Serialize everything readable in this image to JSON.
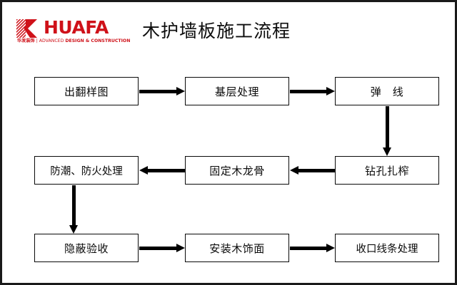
{
  "header": {
    "logo": {
      "mark_name": "huafa-k-logo",
      "wordmark": "HUAFA",
      "subtitle_cn": "华发装饰",
      "subtitle_sep": " | ",
      "subtitle_en_light": "ADVANCED ",
      "subtitle_en_bold": "DESIGN & CONSTRUCTION",
      "color": "#cf1119"
    },
    "title": "木护墙板施工流程"
  },
  "flow": {
    "nodes": [
      {
        "id": "n1",
        "label": "出翻样图",
        "row": 1,
        "col": 1
      },
      {
        "id": "n2",
        "label": "基层处理",
        "row": 1,
        "col": 2
      },
      {
        "id": "n3",
        "label": "弹　线",
        "row": 1,
        "col": 3
      },
      {
        "id": "n4",
        "label": "钻孔扎榨",
        "row": 2,
        "col": 3
      },
      {
        "id": "n5",
        "label": "固定木龙骨",
        "row": 2,
        "col": 2
      },
      {
        "id": "n6",
        "label": "防潮、防火处理",
        "row": 2,
        "col": 1
      },
      {
        "id": "n7",
        "label": "隐蔽验收",
        "row": 3,
        "col": 1
      },
      {
        "id": "n8",
        "label": "安装木饰面",
        "row": 3,
        "col": 2
      },
      {
        "id": "n9",
        "label": "收口线条处理",
        "row": 3,
        "col": 3
      }
    ],
    "edges": [
      {
        "from": "n1",
        "to": "n2",
        "dir": "right"
      },
      {
        "from": "n2",
        "to": "n3",
        "dir": "right"
      },
      {
        "from": "n3",
        "to": "n4",
        "dir": "down"
      },
      {
        "from": "n4",
        "to": "n5",
        "dir": "left"
      },
      {
        "from": "n5",
        "to": "n6",
        "dir": "left"
      },
      {
        "from": "n6",
        "to": "n7",
        "dir": "down"
      },
      {
        "from": "n7",
        "to": "n8",
        "dir": "right"
      },
      {
        "from": "n8",
        "to": "n9",
        "dir": "right"
      }
    ]
  },
  "colors": {
    "brand_red": "#cf1119",
    "line": "#0a0a0a",
    "background": "#ffffff",
    "frame": "#1a1a1a"
  }
}
